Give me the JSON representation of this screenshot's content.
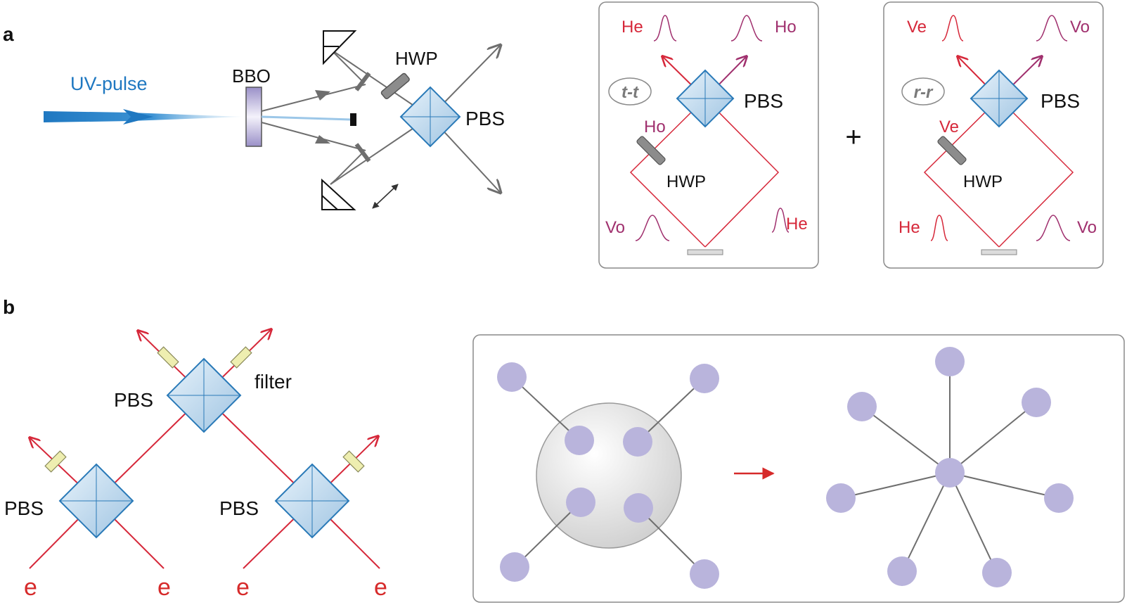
{
  "panel_a": {
    "label": "a",
    "uv_pulse": "UV-pulse",
    "bbo": "BBO",
    "hwp": "HWP",
    "pbs": "PBS",
    "box_tt": {
      "tag": "t-t",
      "top_left": "He",
      "top_right": "Ho",
      "mid": "Ho",
      "hwp": "HWP",
      "pbs": "PBS",
      "bottom_left": "Vo",
      "bottom_right": "He"
    },
    "plus": "+",
    "box_rr": {
      "tag": "r-r",
      "top_left": "Ve",
      "top_right": "Vo",
      "mid": "Ve",
      "hwp": "HWP",
      "pbs": "PBS",
      "bottom_left": "He",
      "bottom_right": "Vo"
    }
  },
  "panel_b": {
    "label": "b",
    "pbs_top": "PBS",
    "pbs_left": "PBS",
    "pbs_right": "PBS",
    "filter": "filter",
    "electrons": [
      "e",
      "e",
      "e",
      "e"
    ]
  },
  "colors": {
    "uv_blue": "#1f78c1",
    "beam_gray": "#6e6e6e",
    "photon_red": "#d6283a",
    "pulse_magenta": "#a0306e",
    "node_purple": "#b9b4dc",
    "electron_red": "#d62a2a"
  }
}
